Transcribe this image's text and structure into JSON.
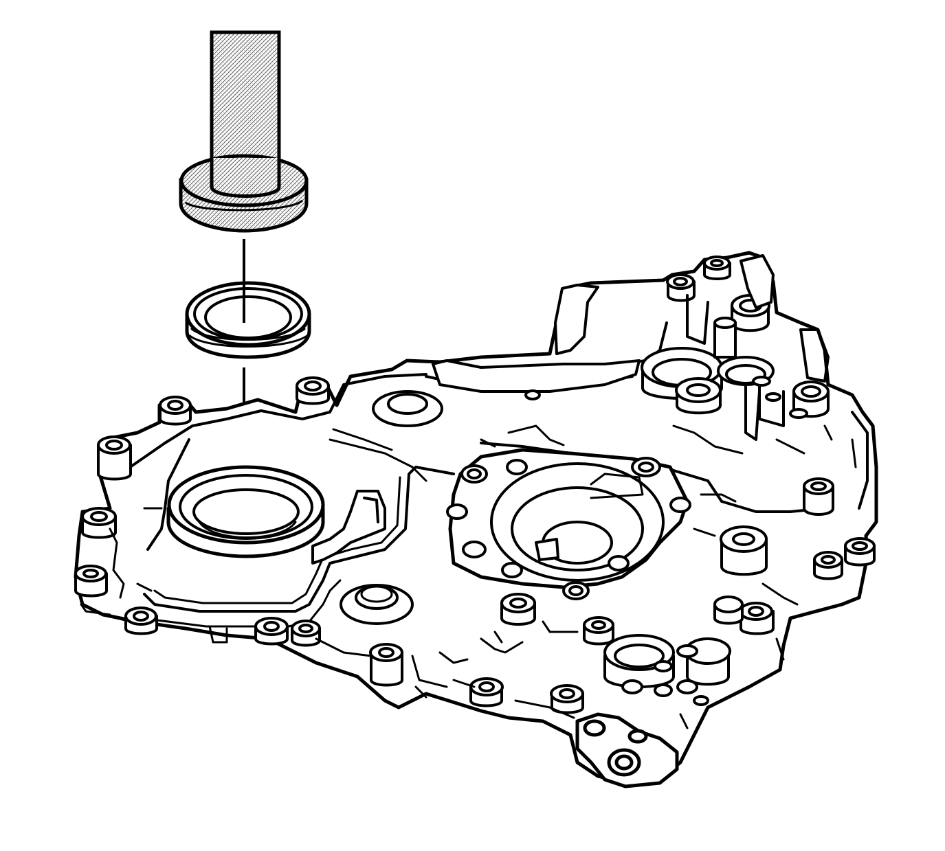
{
  "figure": {
    "components": [
      "seal-installer-tool",
      "front-crankshaft-oil-seal",
      "engine-front-cover"
    ],
    "style": {
      "line_color": "#000000",
      "background": "#ffffff",
      "tool_fill": "#d9d9d9"
    }
  }
}
